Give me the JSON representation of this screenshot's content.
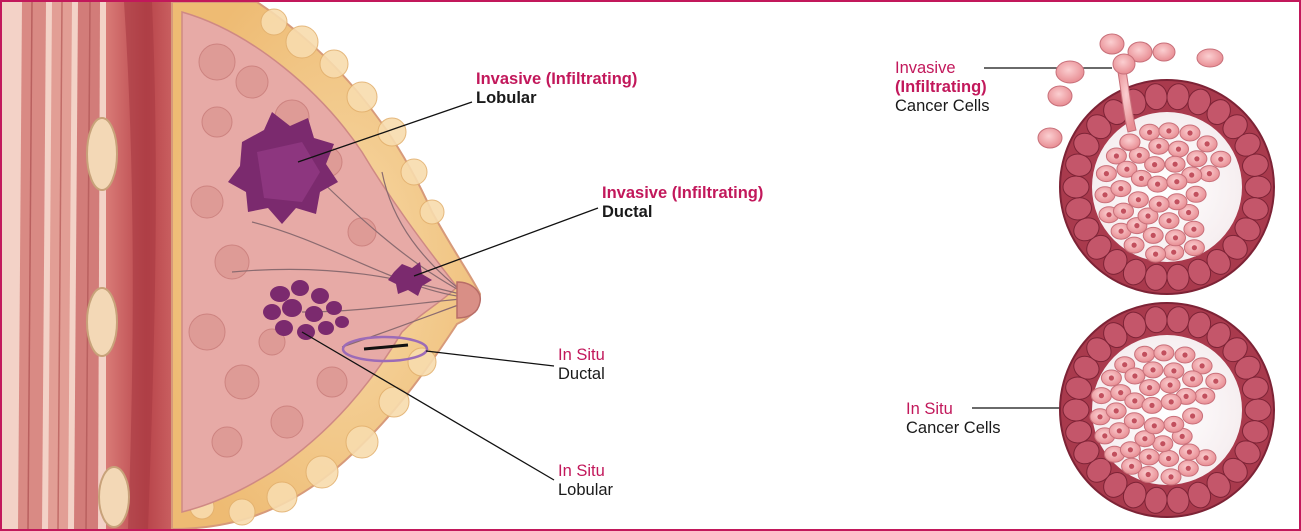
{
  "colors": {
    "frame": "#c2185b",
    "accent_text": "#c2185b",
    "body_text": "#1a1a1a",
    "tissue": "#e8a6a0",
    "fat": "#f2c989",
    "muscle": "#c9565a",
    "tumor": "#7b2a6e",
    "cell": "#f3a7ab",
    "wall": "#a93a4d",
    "highlight_ring": "#9c6bb7"
  },
  "labels": {
    "invasive_lobular": {
      "line1": "Invasive (Infiltrating)",
      "line2": "Lobular"
    },
    "invasive_ductal": {
      "line1": "Invasive (Infiltrating)",
      "line2": "Ductal"
    },
    "in_situ_ductal": {
      "line1": "In Situ",
      "line2": "Ductal"
    },
    "in_situ_lobular": {
      "line1": "In Situ",
      "line2": "Lobular"
    },
    "invasive_cells": {
      "line1": "Invasive",
      "line2": "(Infiltrating)",
      "line3": "Cancer Cells"
    },
    "in_situ_cells": {
      "line1": "In Situ",
      "line2": "Cancer Cells"
    }
  }
}
